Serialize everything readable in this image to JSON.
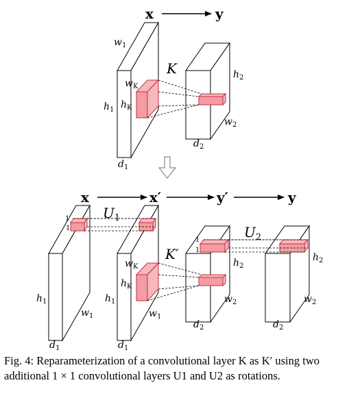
{
  "top": {
    "x": "x",
    "y": "y",
    "K": "K",
    "w1": "w",
    "w1_sub": "1",
    "h1": "h",
    "h1_sub": "1",
    "d1": "d",
    "d1_sub": "1",
    "wK": "w",
    "wK_sub": "K",
    "hK": "h",
    "hK_sub": "K",
    "h2": "h",
    "h2_sub": "2",
    "w2": "w",
    "w2_sub": "2",
    "d2": "d",
    "d2_sub": "2"
  },
  "bottom": {
    "x": "x",
    "xp": "x′",
    "yp": "y′",
    "y": "y",
    "U1": "U",
    "U1_sub": "1",
    "U2": "U",
    "U2_sub": "2",
    "Kp": "K′",
    "one": "1",
    "h1": "h",
    "h1_sub": "1",
    "w1": "w",
    "w1_sub": "1",
    "d1": "d",
    "d1_sub": "1",
    "wK": "w",
    "wK_sub": "K",
    "hK": "h",
    "hK_sub": "K",
    "h2": "h",
    "h2_sub": "2",
    "w2": "w",
    "w2_sub": "2",
    "d2": "d",
    "d2_sub": "2"
  },
  "caption": "Fig. 4: Reparameterization of a convolutional layer K as K′ using two additional 1 × 1 convolutional layers U1 and U2 as rotations."
}
